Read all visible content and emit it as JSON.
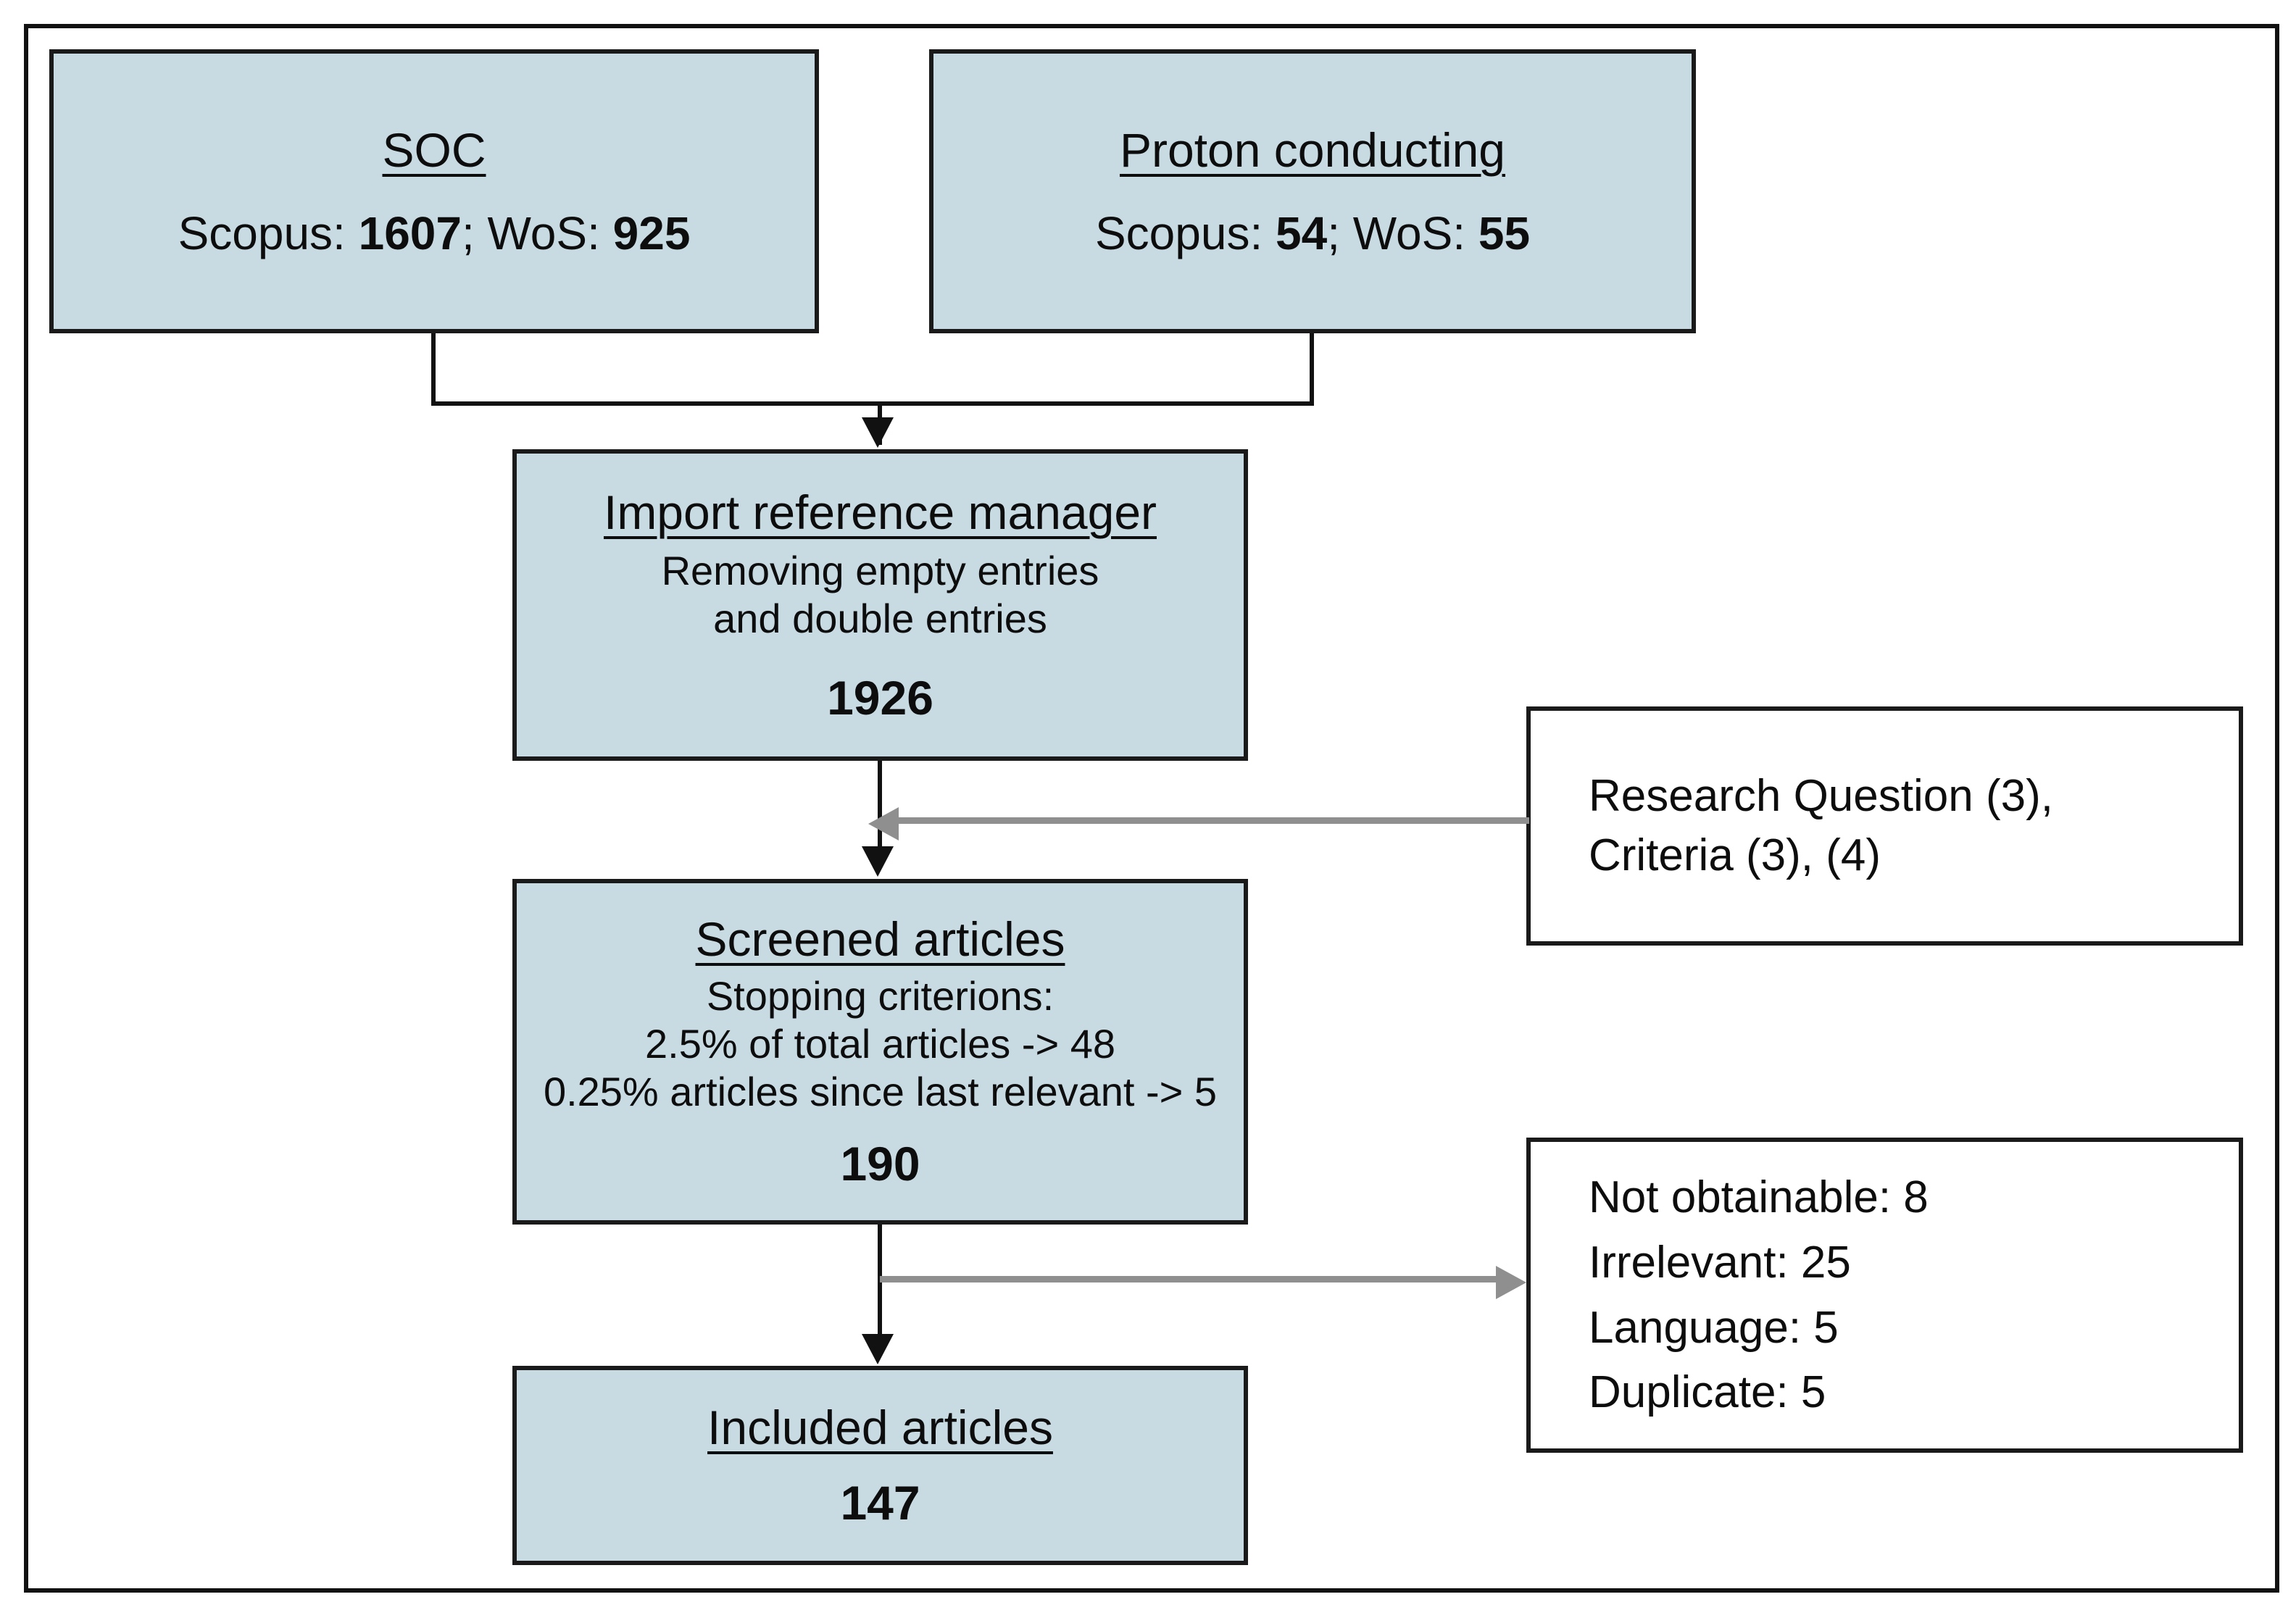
{
  "diagram": {
    "type": "prisma-flow-diagram",
    "fill_color": "#c8dbe3",
    "border_color": "#1a1a1a",
    "arrow_color_primary": "#111111",
    "arrow_color_secondary": "#8f8f8f"
  },
  "sources": {
    "soc": {
      "title": "SOC",
      "stats_prefix_a": "Scopus: ",
      "stats_value_a": "1607",
      "stats_sep": "; WoS: ",
      "stats_value_b": "925"
    },
    "proton": {
      "title": "Proton conducting",
      "stats_prefix_a": "Scopus: ",
      "stats_value_a": "54",
      "stats_sep": "; WoS: ",
      "stats_value_b": "55"
    }
  },
  "stages": {
    "import": {
      "title": "Import reference manager",
      "sub_line_1": "Removing empty entries",
      "sub_line_2": "and double entries",
      "count": "1926"
    },
    "screened": {
      "title": "Screened articles",
      "sub_line_1": "Stopping criterions:",
      "sub_line_2": "2.5% of total articles -> 48",
      "sub_line_3": "0.25% articles since last relevant -> 5",
      "count": "190"
    },
    "included": {
      "title": "Included articles",
      "count": "147"
    }
  },
  "annotations": {
    "research_question": {
      "line_1": "Research Question (3),",
      "line_2": "Criteria (3), (4)"
    },
    "exclusions": {
      "line_1": "Not obtainable: 8",
      "line_2": "Irrelevant: 25",
      "line_3": "Language: 5",
      "line_4": "Duplicate: 5"
    }
  },
  "chart_data": {
    "type": "table",
    "title": "Systematic literature screening flow",
    "records_found": {
      "SOC": {
        "Scopus": 1607,
        "WoS": 925
      },
      "Proton conducting": {
        "Scopus": 54,
        "WoS": 55
      }
    },
    "stage_counts": {
      "after_import_dedup": 1926,
      "screened": 190,
      "included": 147
    },
    "stopping_criteria": {
      "percent_of_total_articles": 2.5,
      "percent_of_total_articles_count": 48,
      "percent_since_last_relevant": 0.25,
      "percent_since_last_relevant_count": 5
    },
    "exclusion_reasons": {
      "Not obtainable": 8,
      "Irrelevant": 25,
      "Language": 5,
      "Duplicate": 5
    }
  }
}
